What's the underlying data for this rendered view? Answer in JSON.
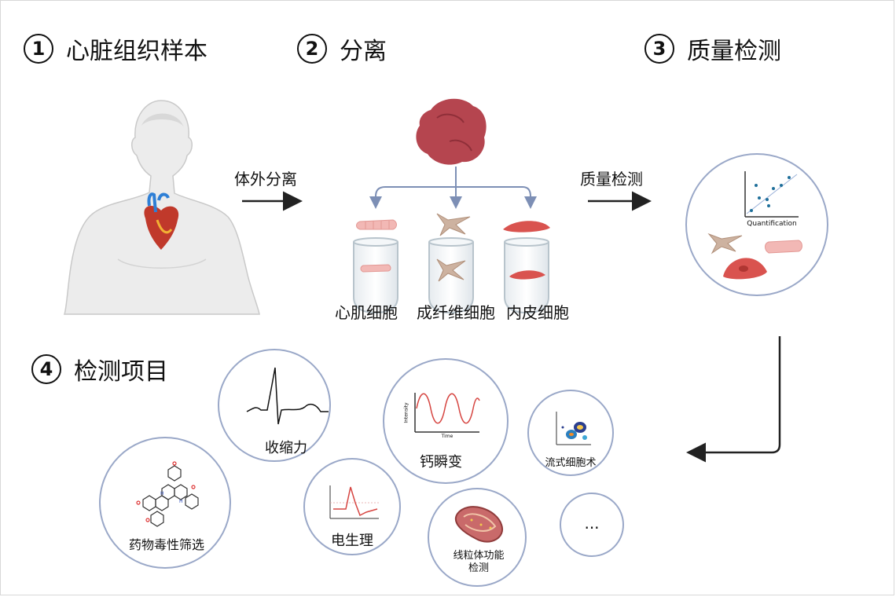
{
  "steps": [
    {
      "num": "1",
      "label": "心脏组织样本"
    },
    {
      "num": "2",
      "label": "分离"
    },
    {
      "num": "3",
      "label": "质量检测"
    },
    {
      "num": "4",
      "label": "检测项目"
    }
  ],
  "arrows": {
    "isolation": "体外分离",
    "quality": "质量检测"
  },
  "cells": [
    "心肌细胞",
    "成纤维细胞",
    "内皮细胞"
  ],
  "qc_chart_label": "Quantification",
  "assays": [
    {
      "label": "收缩力",
      "icon": "ecg-trace-icon"
    },
    {
      "label": "钙瞬变",
      "icon": "sine-wave-icon",
      "xlabel": "Time",
      "ylabel": "Intensity"
    },
    {
      "label": "流式细胞术",
      "icon": "flow-cytometry-icon"
    },
    {
      "label": "药物毒性筛选",
      "icon": "steroid-molecule-icon"
    },
    {
      "label": "电生理",
      "icon": "action-potential-icon"
    },
    {
      "label": "线粒体功能\n检测",
      "line1": "线粒体功能",
      "line2": "检测",
      "icon": "mitochondria-icon"
    },
    {
      "label": "...",
      "icon": "more-icon"
    }
  ],
  "colors": {
    "circle_border": "#9aa8c8",
    "arrow": "#222222",
    "cell_pink": "#f2b8b5",
    "cell_tan": "#cdb2a0",
    "cell_red": "#d9534f",
    "tissue": "#b5454f"
  }
}
